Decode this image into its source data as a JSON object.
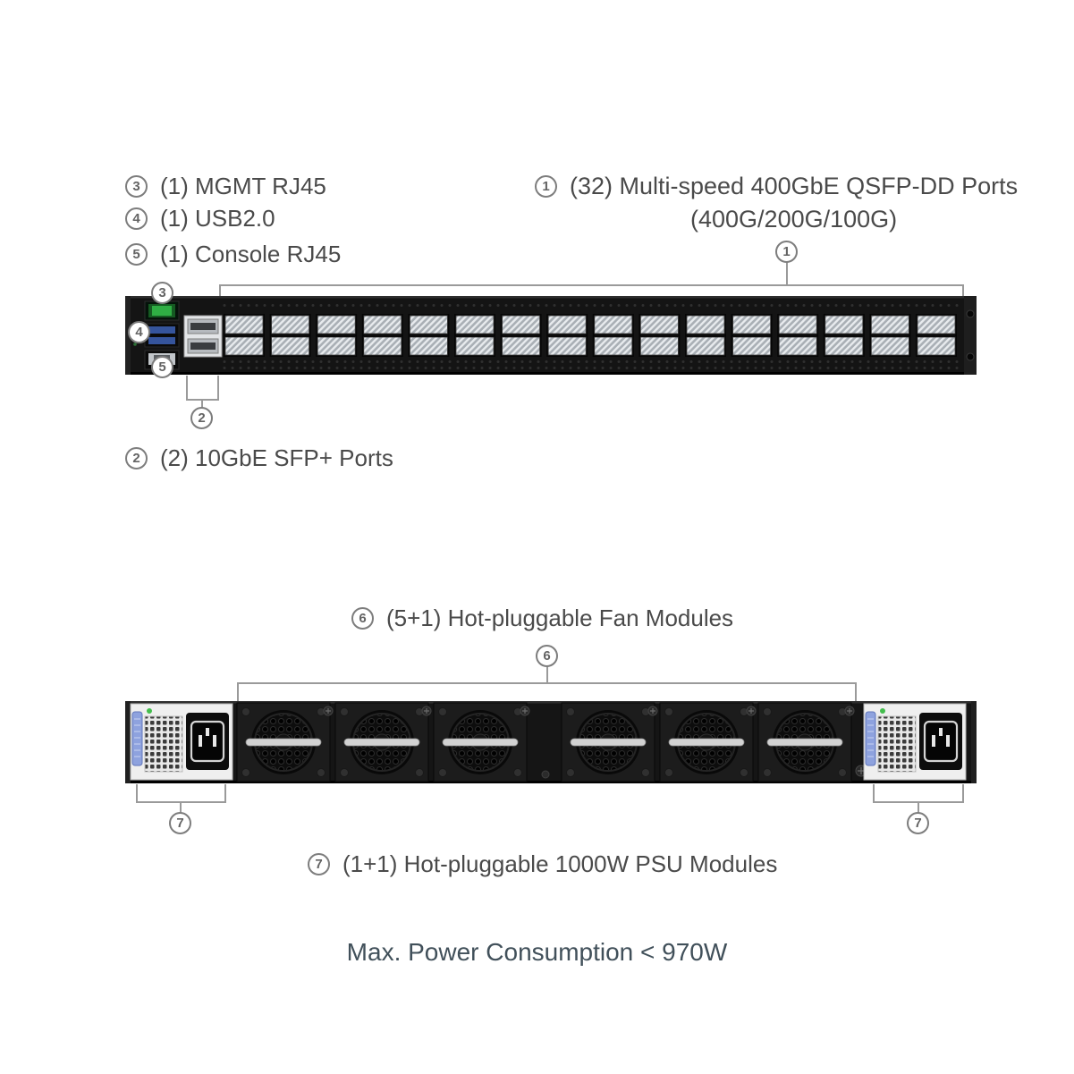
{
  "labels": {
    "mgmt": {
      "num": "3",
      "text": "(1) MGMT RJ45"
    },
    "usb": {
      "num": "4",
      "text": "(1) USB2.0"
    },
    "console": {
      "num": "5",
      "text": "(1) Console RJ45"
    },
    "qsfp": {
      "num": "1",
      "line1": "(32) Multi-speed 400GbE QSFP-DD Ports",
      "line2": "(400G/200G/100G)"
    },
    "sfp": {
      "num": "2",
      "text": "(2) 10GbE SFP+ Ports"
    },
    "fan": {
      "num": "6",
      "text": "(5+1) Hot-pluggable Fan Modules"
    },
    "psu": {
      "num": "7",
      "text": "(1+1) Hot-pluggable 1000W PSU Modules"
    },
    "power": "Max. Power Consumption < 970W"
  },
  "callouts": {
    "qsfp": "1",
    "sfp": "2",
    "mgmt": "3",
    "usb": "4",
    "console": "5",
    "fan": "6",
    "psu_left": "7",
    "psu_right": "7"
  },
  "colors": {
    "label_text": "#4a4a4a",
    "power_text": "#41505a",
    "callout_border": "#7d7d7d",
    "leader_line": "#9a9a9a",
    "chassis": "#141414",
    "led_green": "#3ecb54",
    "usb_blue": "#35549c",
    "psu_latch_blue": "#8ea2de"
  }
}
